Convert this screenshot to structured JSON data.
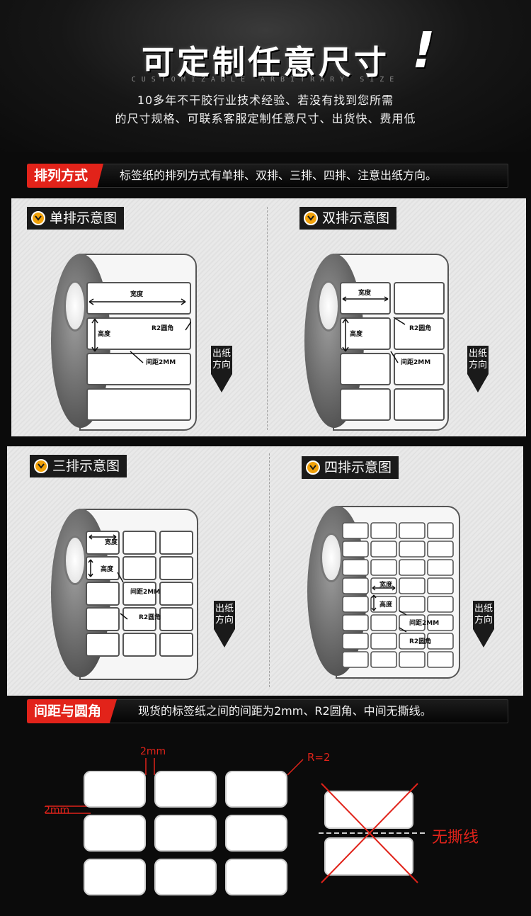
{
  "header": {
    "title": "可定制任意尺寸",
    "exclaim": "!",
    "subtitle": "CUSTOMIZABLE ARBITRARY SIZE",
    "intro_line1": "10多年不干胶行业技术经验、若没有找到您所需",
    "intro_line2": "的尺寸规格、可联系客服定制任意尺寸、出货快、费用低"
  },
  "arrangement": {
    "tag": "排列方式",
    "text": "标签纸的排列方式有单排、双排、三排、四排、注意出纸方向。",
    "diagrams": [
      {
        "label": "单排示意图"
      },
      {
        "label": "双排示意图"
      },
      {
        "label": "三排示意图"
      },
      {
        "label": "四排示意图"
      }
    ],
    "width_label": "宽度",
    "height_label": "高度",
    "corner_label": "R2圆角",
    "gap_label": "间距2MM",
    "direction_label": "出纸方向"
  },
  "spacing": {
    "tag": "间距与圆角",
    "text": "现货的标签纸之间的间距为2mm、R2圆角、中间无撕线。",
    "gap_top": "2mm",
    "gap_left": "2mm",
    "radius": "R=2",
    "no_tear": "无撕线"
  },
  "colors": {
    "accent": "#e2231a",
    "chevron": "#f2a20a",
    "background": "#0b0b0b"
  }
}
